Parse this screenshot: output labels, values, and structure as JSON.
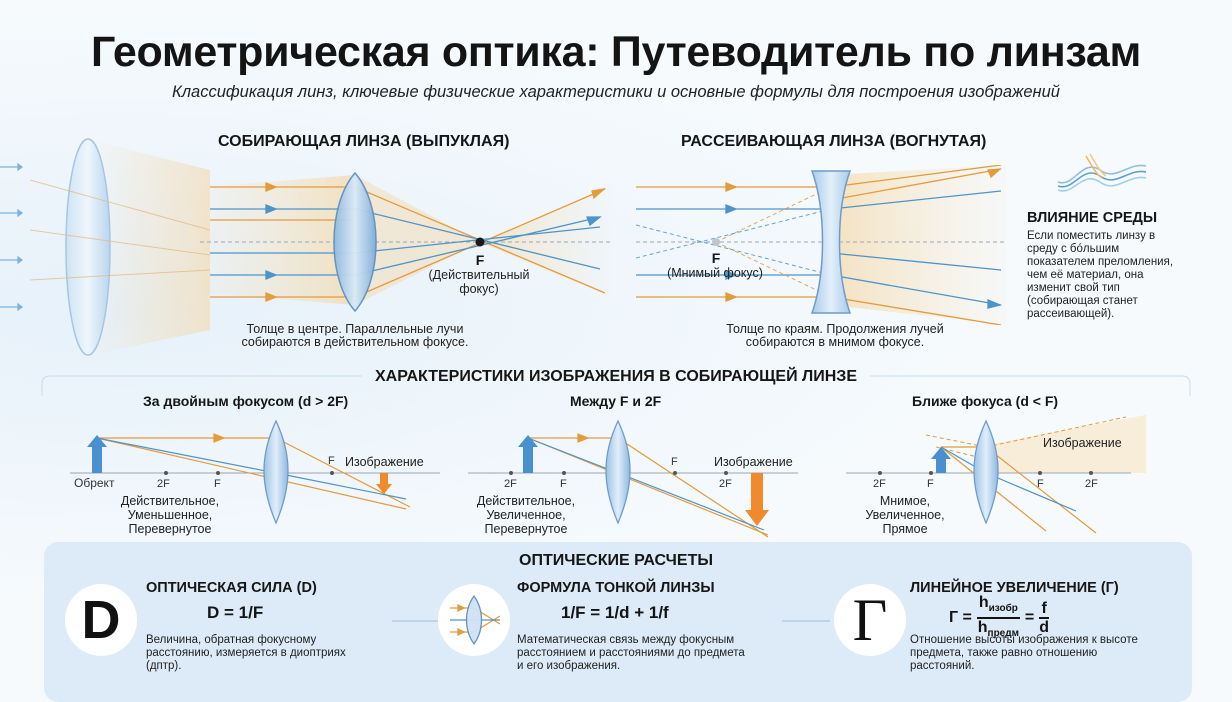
{
  "header": {
    "title": "Геометрическая оптика: Путеводитель по линзам",
    "subtitle": "Классификация линз, ключевые физические характеристики и основные формулы для построения изображений"
  },
  "converging": {
    "heading": "СОБИРАЮЩАЯ ЛИНЗА (ВЫПУКЛАЯ)",
    "focus_letter": "F",
    "focus_note": "(Действительный фокус)",
    "caption_line1": "Толще в центре. Параллельные лучи",
    "caption_line2": "собираются в действительном фокусе."
  },
  "diverging": {
    "heading": "РАССЕИВАЮЩАЯ ЛИНЗА (ВОГНУТАЯ)",
    "focus_letter": "F",
    "focus_note": "(Мнимый фокус)",
    "caption_line1": "Толще по краям. Продолжения лучей",
    "caption_line2": "собираются в мнимом фокусе."
  },
  "medium": {
    "heading": "ВЛИЯНИЕ СРЕДЫ",
    "text_lines": [
      "Если поместить линзу в",
      "среду с бо́льшим",
      "показателем преломления,",
      "чем её материал, она",
      "изменит свой тип",
      "(собирающая станет",
      "рассеивающей)."
    ]
  },
  "image_characteristics": {
    "heading": "ХАРАКТЕРИСТИКИ ИЗОБРАЖЕНИЯ В СОБИРАЮЩЕЙ ЛИНЗЕ",
    "cases": [
      {
        "title": "За двойным фокусом (d > 2F)",
        "object_label": "Обрект",
        "axis_labels": [
          "2F",
          "F",
          "F"
        ],
        "image_label": "Изображение",
        "description": [
          "Действительное,",
          "Уменьшенное,",
          "Перевернутое"
        ]
      },
      {
        "title": "Между F и 2F",
        "axis_labels": [
          "2F",
          "F",
          "F",
          "2F"
        ],
        "image_label": "Изображение",
        "description": [
          "Действительное,",
          "Увеличенное,",
          "Перевернутое"
        ]
      },
      {
        "title": "Ближе фокуса (d < F)",
        "axis_labels": [
          "2F",
          "F",
          "F",
          "2F"
        ],
        "image_label": "Изображение",
        "description": [
          "Мнимое,",
          "Увеличенное,",
          "Прямое"
        ]
      }
    ]
  },
  "calculations": {
    "heading": "ОПТИЧЕСКИЕ РАСЧЕТЫ",
    "power": {
      "icon_letter": "D",
      "title": "ОПТИЧЕСКАЯ СИЛА (D)",
      "formula": "D = 1/F",
      "text_lines": [
        "Величина, обратная фокусному",
        "расстоянию, измеряется в диоптриях",
        "(дптр)."
      ]
    },
    "thin_lens": {
      "title": "ФОРМУЛА ТОНКОЙ ЛИНЗЫ",
      "formula": "1/F = 1/d + 1/f",
      "text_lines": [
        "Математическая связь между фокусным",
        "расстоянием и расстояниями до предмета",
        "и его изображения."
      ]
    },
    "magnification": {
      "icon_letter": "Г",
      "title": "ЛИНЕЙНОЕ УВЕЛИЧЕНИЕ (Г)",
      "formula_lhs": "Г =",
      "h_letter": "h",
      "h_image_sub": "изобр",
      "h_object_sub": "предм",
      "equals": "=",
      "f_letter": "f",
      "d_letter": "d",
      "text_lines": [
        "Отношение высоты изображения к высоте",
        "предмета, также равно отношению",
        "расстояний."
      ]
    }
  },
  "colors": {
    "ray_orange": "#e8a24a",
    "ray_blue": "#4d94c9",
    "lens_blue": "#9cc3e6",
    "arrow_object": "#4a8fd0",
    "arrow_image": "#f08a2c",
    "panel": "#dcebf7"
  }
}
